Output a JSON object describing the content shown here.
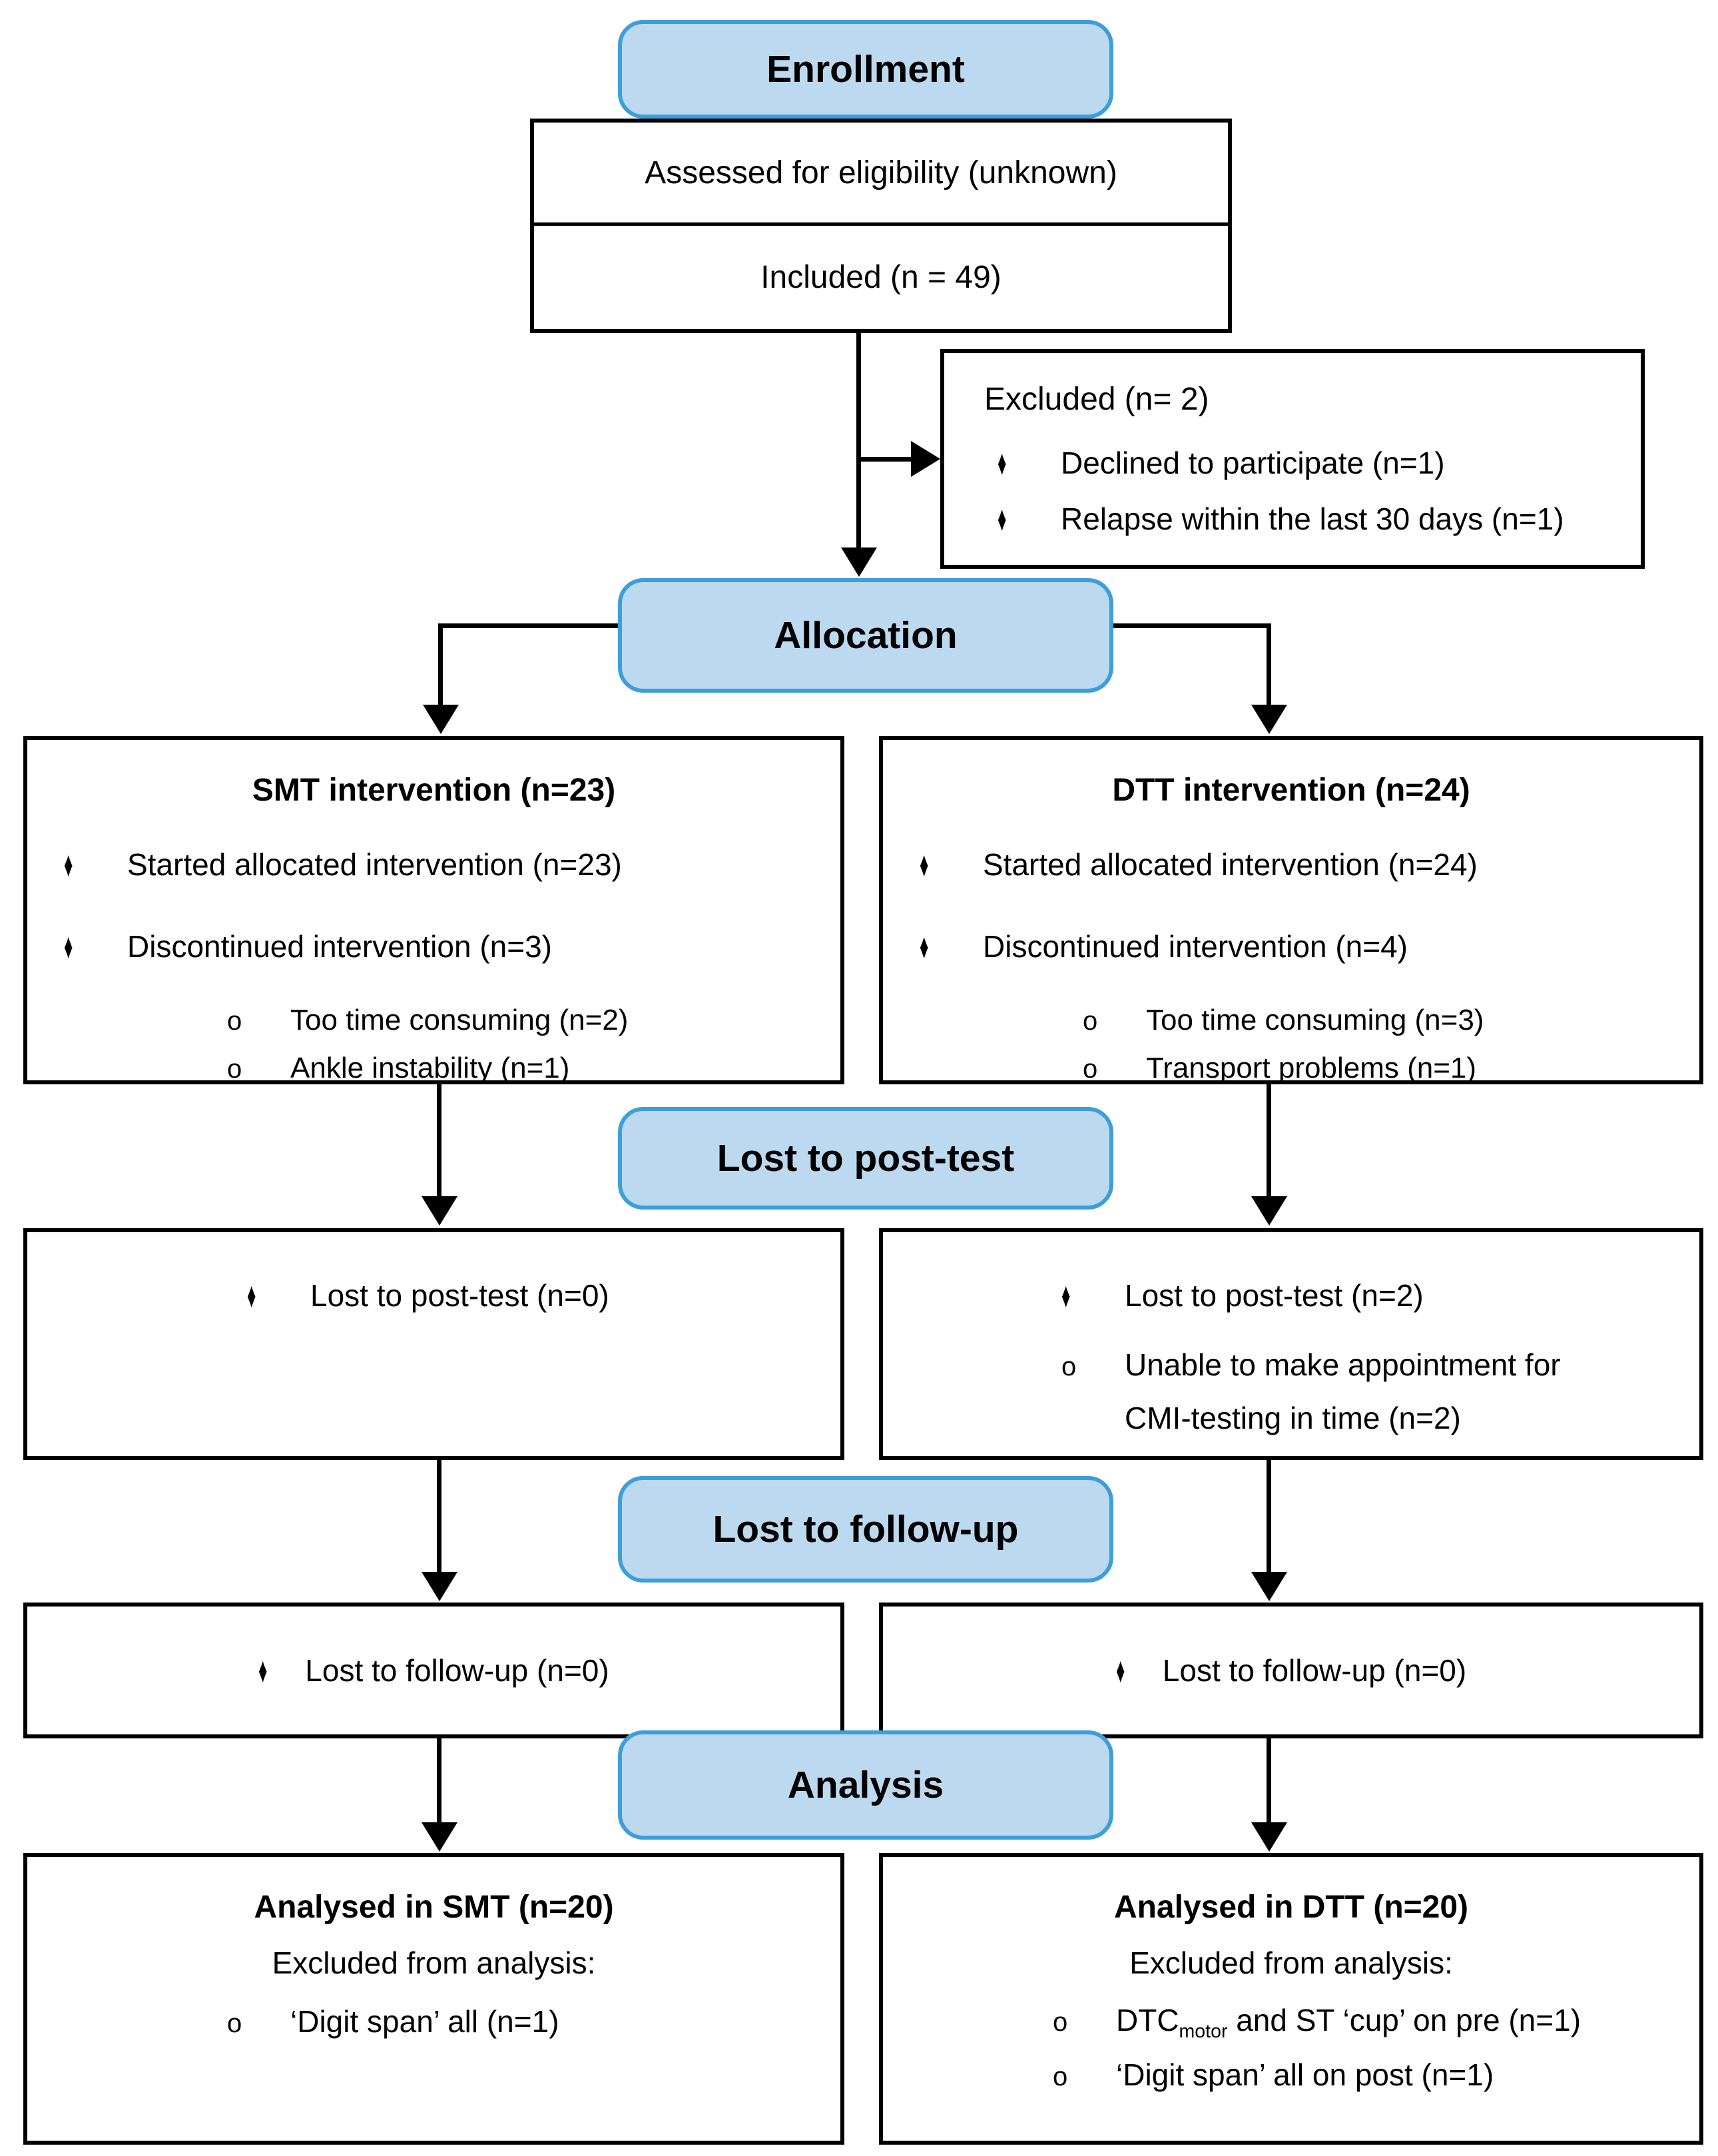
{
  "flow": {
    "bullet_glyph": "♦",
    "sub_bullet_glyph": "o",
    "enrollment_label": "Enrollment",
    "assessed_text": "Assessed for eligibility (unknown)",
    "included_text": "Included (n = 49)",
    "excluded": {
      "title": "Excluded (n= 2)",
      "items": [
        "Declined to participate (n=1)",
        "Relapse within the last 30 days (n=1)"
      ]
    },
    "allocation_label": "Allocation",
    "smt": {
      "title": "SMT intervention (n=23)",
      "bullets": [
        "Started allocated intervention (n=23)",
        "Discontinued intervention (n=3)"
      ],
      "sub_bullets": [
        "Too time consuming (n=2)",
        "Ankle instability (n=1)"
      ]
    },
    "dtt": {
      "title": "DTT intervention (n=24)",
      "bullets": [
        "Started allocated intervention (n=24)",
        "Discontinued intervention (n=4)"
      ],
      "sub_bullets": [
        "Too time consuming (n=3)",
        "Transport problems (n=1)"
      ]
    },
    "lost_post_label": "Lost to post-test",
    "lost_post_smt": "Lost to post-test (n=0)",
    "lost_post_dtt": {
      "bullet": "Lost to post-test (n=2)",
      "sub_line1": "Unable to make appointment for",
      "sub_line2": "CMI-testing in time (n=2)"
    },
    "lost_fu_label": "Lost to follow-up",
    "lost_fu_smt": "Lost to follow-up (n=0)",
    "lost_fu_dtt": "Lost to follow-up (n=0)",
    "analysis_label": "Analysis",
    "analysis_smt": {
      "title": "Analysed in SMT (n=20)",
      "subtitle": "Excluded from analysis:",
      "item1": "‘Digit span’ all (n=1)"
    },
    "analysis_dtt": {
      "title": "Analysed in DTT (n=20)",
      "subtitle": "Excluded from analysis:",
      "item1_pre": "DTC",
      "item1_sub": "motor",
      "item1_post": " and ST ‘cup’ on pre (n=1)",
      "item2": "‘Digit span’ all on post (n=1)"
    }
  },
  "colors": {
    "stage_fill": "#BDD9F0",
    "stage_border": "#3D9FD9",
    "box_border": "#000000",
    "text": "#000000"
  }
}
